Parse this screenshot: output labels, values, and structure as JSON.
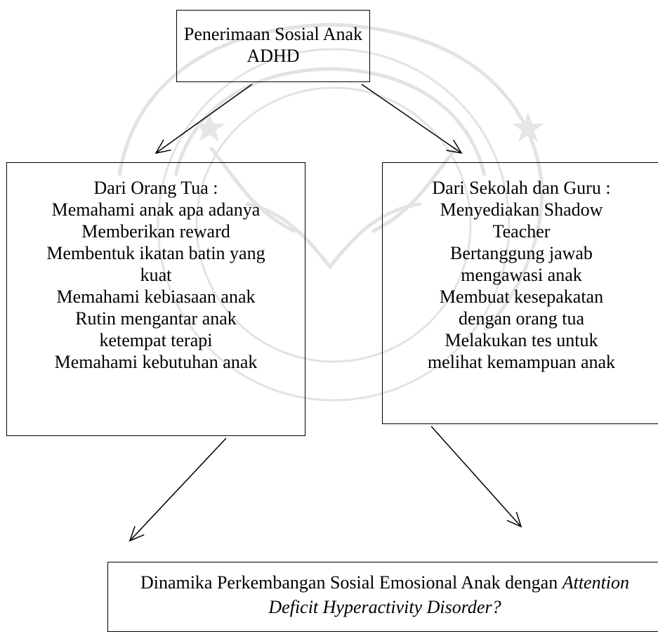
{
  "colors": {
    "watermark": "#e3e3e3",
    "stroke": "#000000",
    "background": "#ffffff"
  },
  "top_box": {
    "lines": [
      "Penerimaan Sosial Anak",
      "ADHD"
    ]
  },
  "left_box": {
    "lines": [
      "Dari Orang Tua :",
      "Memahami anak apa adanya",
      "Memberikan reward",
      "Membentuk ikatan batin yang",
      "kuat",
      "Memahami kebiasaan anak",
      "Rutin mengantar anak",
      "ketempat terapi",
      "Memahami kebutuhan anak"
    ]
  },
  "right_box": {
    "lines": [
      "Dari Sekolah dan Guru :",
      "Menyediakan Shadow",
      "Teacher",
      "Bertanggung jawab",
      "mengawasi anak",
      "Membuat kesepakatan",
      "dengan orang tua",
      "Melakukan tes untuk",
      "melihat kemampuan anak"
    ]
  },
  "bottom_box": {
    "line1_plain": "Dinamika Perkembangan Sosial Emosional Anak dengan ",
    "line1_italic": "Attention",
    "line2_italic": "Deficit Hyperactivity Disorder?"
  }
}
